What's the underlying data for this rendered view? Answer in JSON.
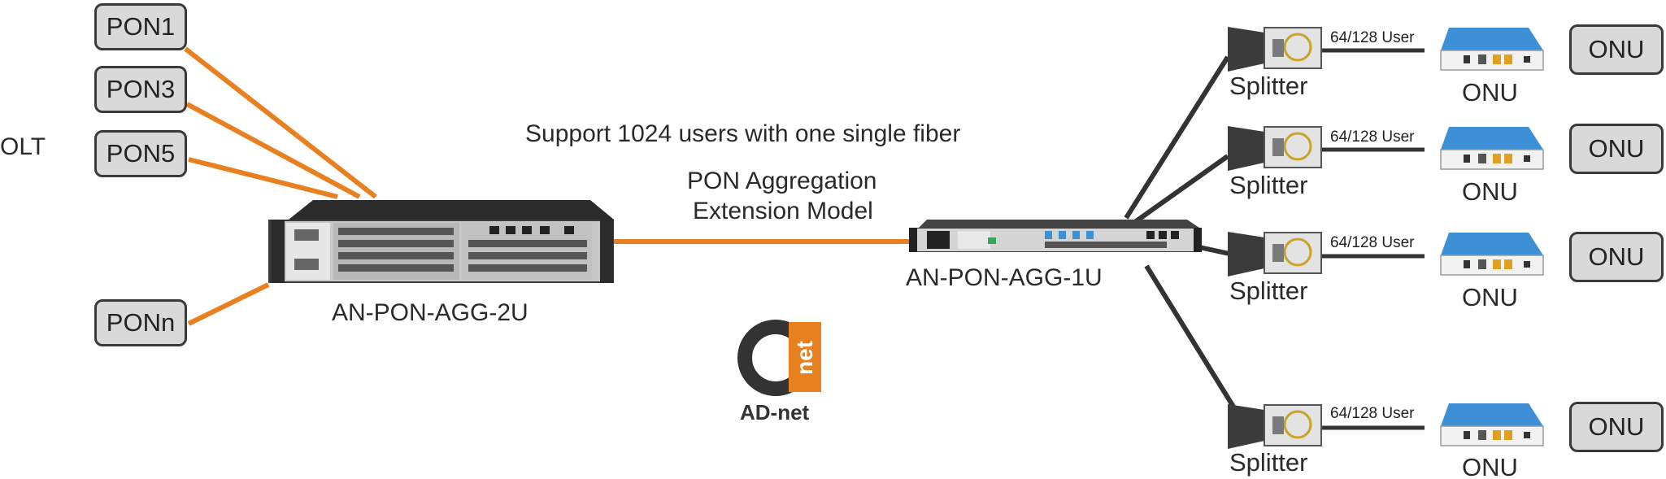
{
  "olt_label": "OLT",
  "pon_ports": [
    "PON1",
    "PON3",
    "PON5",
    "PONn"
  ],
  "headline": "Support 1024 users with one single fiber",
  "model_line1": "PON Aggregation",
  "model_line2": "Extension Model",
  "device_2u_label": "AN-PON-AGG-2U",
  "device_1u_label": "AN-PON-AGG-1U",
  "brand": {
    "name": "AD-net",
    "mark_text": "net"
  },
  "branches": [
    {
      "splitter": "Splitter",
      "user_label": "64/128 User",
      "onu_label": "ONU",
      "onu_box": "ONU"
    },
    {
      "splitter": "Splitter",
      "user_label": "64/128 User",
      "onu_label": "ONU",
      "onu_box": "ONU"
    },
    {
      "splitter": "Splitter",
      "user_label": "64/128 User",
      "onu_label": "ONU",
      "onu_box": "ONU"
    },
    {
      "splitter": "Splitter",
      "user_label": "64/128 User",
      "onu_label": "ONU",
      "onu_box": "ONU"
    }
  ],
  "colors": {
    "fiber_orange": "#e8801f",
    "link_dark": "#333333",
    "box_fill": "#d9d9d9",
    "box_border": "#3a3a3a",
    "onu_blue": "#3d8fd6",
    "brand_orange": "#e8801f",
    "brand_dark": "#333333"
  }
}
